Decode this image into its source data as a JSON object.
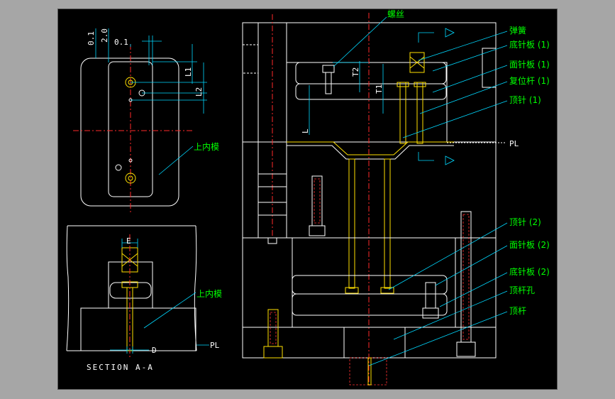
{
  "colors": {
    "background": "#000000",
    "outline": "#ffffff",
    "label": "#00ff00",
    "leader": "#00d8ff",
    "centerline": "#ff2a2a",
    "pin": "#ffe000"
  },
  "top_view": {
    "dims": {
      "d1": "0.1",
      "d2": "2.0",
      "d3": "0.1",
      "l1": "L1",
      "l2": "L2"
    },
    "label": "上内模"
  },
  "section_view": {
    "dims": {
      "e": "E",
      "d": "D"
    },
    "label": "上内模",
    "pl": "PL",
    "caption": "SECTION A-A"
  },
  "main_view": {
    "dims": {
      "t2": "T2",
      "t1": "T1",
      "l": "L"
    },
    "pl": "PL",
    "labels": [
      "螺丝",
      "弹簧",
      "底针板 (1)",
      "面针板 (1)",
      "复位杆 (1)",
      "顶针 (1)",
      "顶针 (2)",
      "面针板 (2)",
      "底针板 (2)",
      "顶杆孔",
      "顶杆"
    ]
  }
}
